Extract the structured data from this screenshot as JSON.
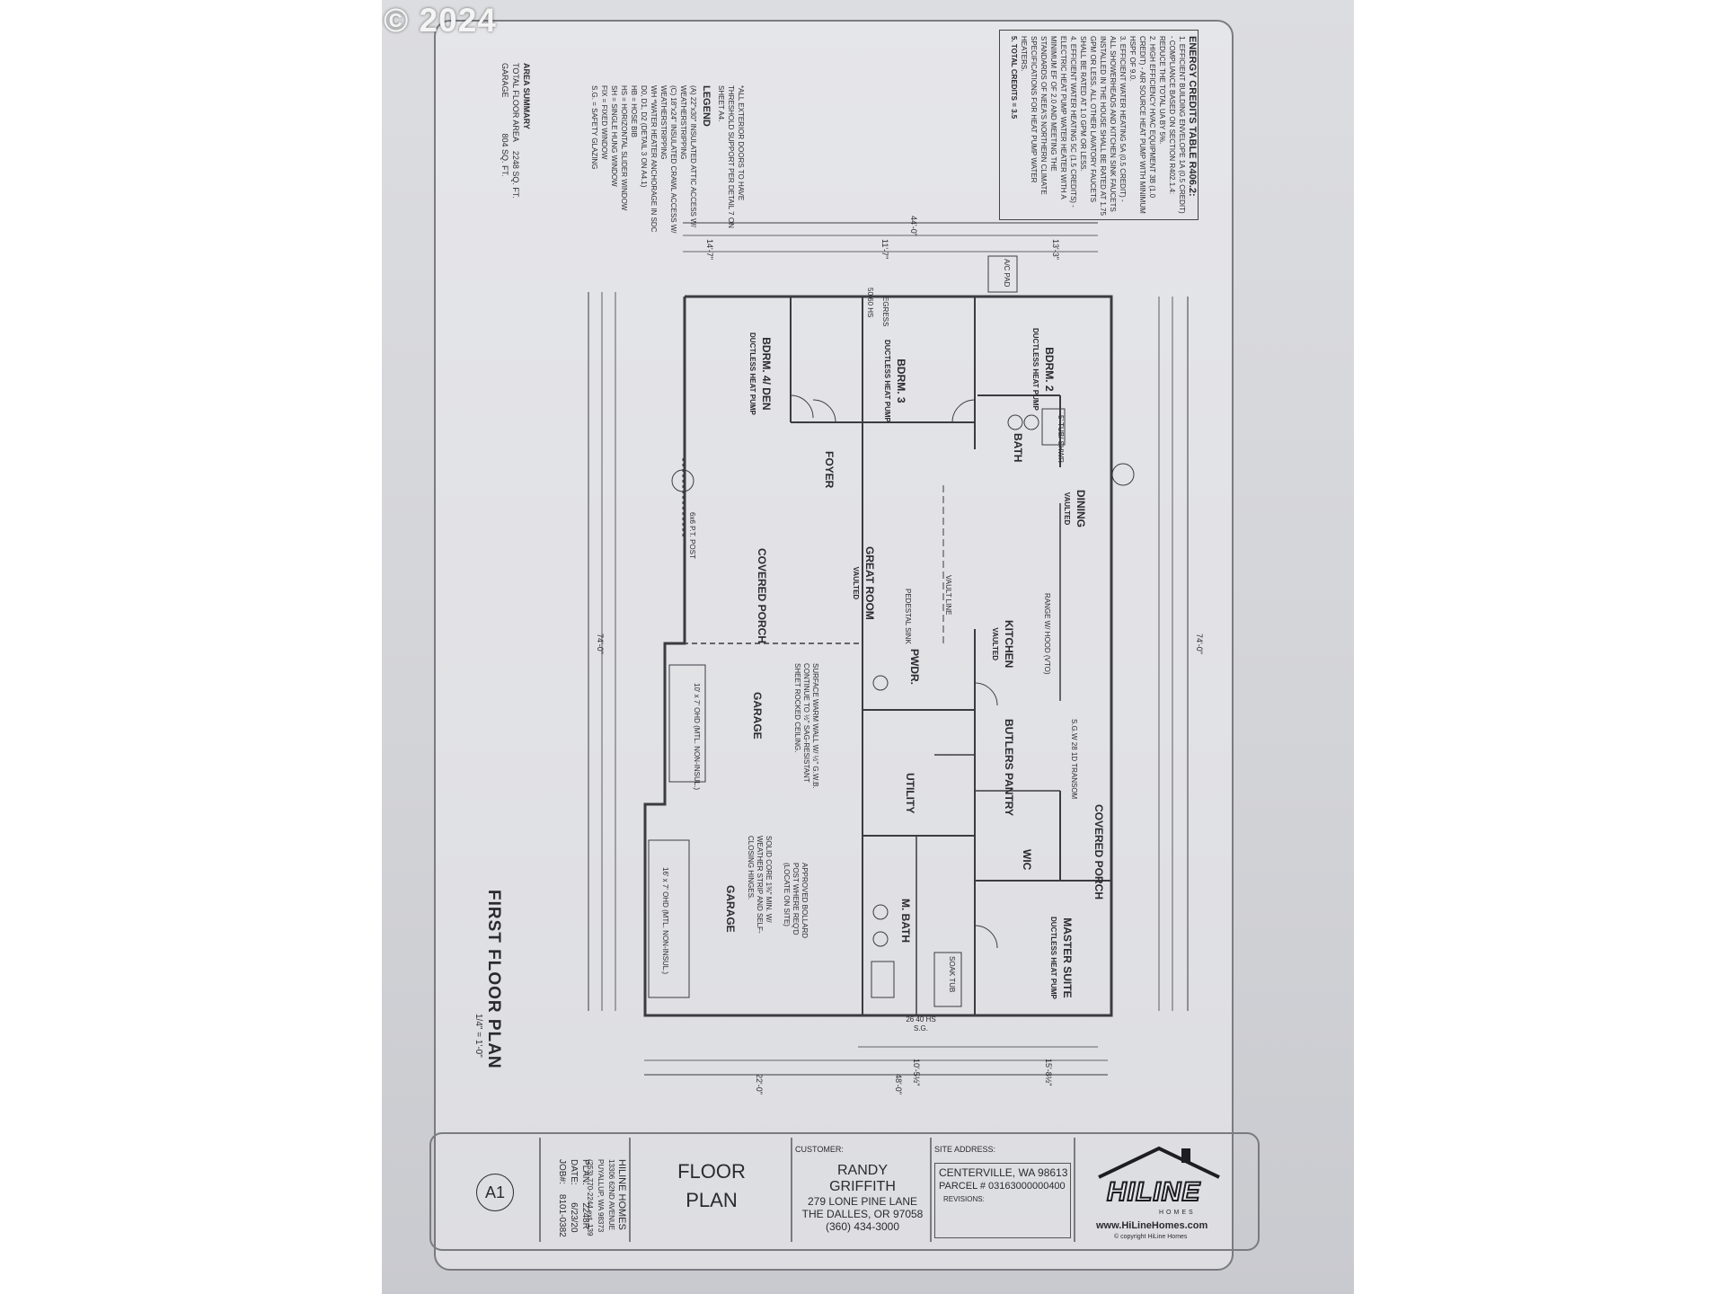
{
  "watermark": "© 2024",
  "energy": {
    "title": "ENERGY CREDITS TABLE R406.2:",
    "lines": [
      "1. EFFICIENT BUILDING ENVELOPE 1A (0.5 CREDIT) - COMPLIANCE BASED ON SECTION R402.1.4: REDUCE THE TOTAL UA BY 5%.",
      "2. HIGH EFFICIENCY HVAC EQUIPMENT 3B (1.0 CREDIT) - AIR SOURCE HEAT PUMP WITH MINIMUM HSPF OF 9.0.",
      "3. EFFICIENT WATER HEATING 5A (0.5 CREDIT) - ALL SHOWERHEADS AND KITCHEN SINK FAUCETS INSTALLED IN THE HOUSE SHALL BE RATED AT 1.75 GPM OR LESS. ALL OTHER LAVATORY FAUCETS SHALL BE RATED AT 1.0 GPM OR LESS.",
      "4. EFFICIENT WATER HEATING 5C (1.5 CREDITS) - ELECTRIC HEAT PUMP WATER HEATER WITH A MINIMUM EF OF 2.0 AND MEETING THE STANDARDS OF NEEA'S NORTHERN CLIMATE SPECIFICATIONS FOR HEAT PUMP WATER HEATERS.",
      "5. TOTAL CREDITS = 3.5"
    ]
  },
  "legend": {
    "note": "*ALL EXTERIOR DOORS TO HAVE THRESHOLD SUPPORT PER DETAIL 7 ON SHEET A4.",
    "title": "LEGEND",
    "items": [
      "(A) 22\"x30\" INSULATED ATTIC ACCESS W/ WEATHERSTRIPPING",
      "(C) 18\"x24\" INSULATED CRAWL ACCESS W/ WEATHERSTRIPPING",
      "WH *WATER HEATER ANCHORAGE IN SDC D0, D1, D2 (DETAIL 3 ON A4.1)",
      "HB = HOSE BIB",
      "HS = HORIZONTAL SLIDER WINDOW",
      "SH = SINGLE HUNG WINDOW",
      "FIX = FIXED WINDOW",
      "S.G. = SAFETY GLAZING"
    ]
  },
  "area": {
    "title": "AREA SUMMARY",
    "total_label": "TOTAL FLOOR AREA",
    "total_value": "2248 SQ. FT.",
    "garage_label": "GARAGE",
    "garage_value": "804 SQ. FT."
  },
  "plan": {
    "title": "FIRST FLOOR PLAN",
    "scale": "1/4\" = 1'-0\"",
    "rooms": [
      {
        "id": "bdrm2",
        "name": "BDRM. 2",
        "sub": "DUCTLESS HEAT PUMP"
      },
      {
        "id": "bdrm3",
        "name": "BDRM. 3",
        "sub": "DUCTLESS HEAT PUMP"
      },
      {
        "id": "bdrm4",
        "name": "BDRM. 4/ DEN",
        "sub": "DUCTLESS HEAT PUMP"
      },
      {
        "id": "bath",
        "name": "BATH",
        "sub": ""
      },
      {
        "id": "foyer",
        "name": "FOYER",
        "sub": ""
      },
      {
        "id": "dining",
        "name": "DINING",
        "sub": "VAULTED"
      },
      {
        "id": "great",
        "name": "GREAT ROOM",
        "sub": "VAULTED"
      },
      {
        "id": "kitchen",
        "name": "KITCHEN",
        "sub": "VAULTED"
      },
      {
        "id": "porch1",
        "name": "COVERED PORCH",
        "sub": ""
      },
      {
        "id": "pwdr",
        "name": "PWDR.",
        "sub": ""
      },
      {
        "id": "pantry",
        "name": "BUTLERS PANTRY",
        "sub": ""
      },
      {
        "id": "utility",
        "name": "UTILITY",
        "sub": ""
      },
      {
        "id": "porch2",
        "name": "COVERED PORCH",
        "sub": ""
      },
      {
        "id": "wic",
        "name": "WIC",
        "sub": ""
      },
      {
        "id": "mbath",
        "name": "M. BATH",
        "sub": ""
      },
      {
        "id": "master",
        "name": "MASTER SUITE",
        "sub": "DUCTLESS HEAT PUMP"
      },
      {
        "id": "garage1",
        "name": "GARAGE",
        "sub": "10' x 7' OHD (MTL. NON-INSUL.)"
      },
      {
        "id": "garage2",
        "name": "GARAGE",
        "sub": "16' x 7' OHD (MTL. NON-INSUL.)"
      }
    ],
    "dims": {
      "top_total": "44'-0\"",
      "bottom_total": "48'-0\"",
      "right_total": "74'-0\"",
      "left_total": "74'-0\"",
      "bottom_22": "22'-0\"",
      "d_14_7": "14'-7\"",
      "d_11_7": "11'-7\"",
      "d_13_3": "13'-3\"",
      "d_15_8": "15'-8½\"",
      "d_10_5": "10'-5½\""
    },
    "labels": {
      "egress": "EGRESS",
      "ac_pad": "A/C PAD",
      "window_5060": "50 60 HS",
      "window_2640": "26 40 HS S.G.",
      "vault_line": "VAULT LINE",
      "range": "RANGE W/ HOOD (VTO)",
      "pedestal_sink": "PEDESTAL SINK",
      "tub_shwr": "5' TUB/ SHWR",
      "soak_tub": "SOAK TUB",
      "warm_wall": "SURFACE WARM WALL W/ ½\" G.W.B. CONTINUE TO ½\" SAG-RESISTANT SHEET ROCKED CEILING.",
      "door_note": "SOLID CORE 1⅜\" MIN. W/ WEATHER STRIP AND SELF-CLOSING HINGES.",
      "bollard": "APPROVED BOLLARD POST WHERE REQ'D (LOCATE ON SITE)",
      "transom": "S.G.W 28 1D TRANSOM",
      "post": "6x6 P.T. POST"
    }
  },
  "title_block": {
    "sheet_number": "A1",
    "company": "HILINE HOMES",
    "company_addr1": "13306 62ND AVENUE",
    "company_addr2": "PUYALLUP, WA 98373",
    "company_phone": "(253) 770-2244 ext. 139",
    "plan_label": "PLAN:",
    "plan_value": "2248R",
    "date_label": "DATE:",
    "date_value": "6/23/20",
    "job_label": "JOB#:",
    "job_value": "8101-0382",
    "drawing_title_1": "FLOOR",
    "drawing_title_2": "PLAN",
    "customer_label": "CUSTOMER:",
    "customer_name_1": "RANDY",
    "customer_name_2": "GRIFFITH",
    "customer_addr1": "279 LONE PINE LANE",
    "customer_addr2": "THE DALLES, OR 97058",
    "customer_phone": "(360) 434-3000",
    "site_label": "SITE ADDRESS:",
    "site_city": "CENTERVILLE, WA 98613",
    "parcel": "PARCEL # 03163000000400",
    "revisions": "REVISIONS:",
    "logo": "HILINE",
    "logo_sub": "HOMES",
    "website": "www.HiLineHomes.com",
    "copyright": "© copyright HiLine Homes"
  }
}
